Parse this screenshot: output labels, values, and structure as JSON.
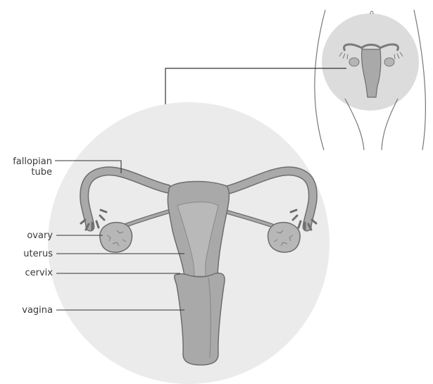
{
  "labels": {
    "fallopian_line1": "fallopian",
    "fallopian_line2": "tube",
    "ovary": "ovary",
    "uterus": "uterus",
    "cervix": "cervix",
    "vagina": "vagina"
  },
  "icons": {
    "main": "uterus-anatomy-illustration",
    "inset": "body-location-inset"
  },
  "colors": {
    "organ_fill": "#a9a9a9",
    "organ_stroke": "#6d6d6d",
    "inner_fill": "#c6c6c6",
    "magnifier": "#ebebeb",
    "inset_circle": "#dcdcdc",
    "leader_line": "#333333"
  }
}
